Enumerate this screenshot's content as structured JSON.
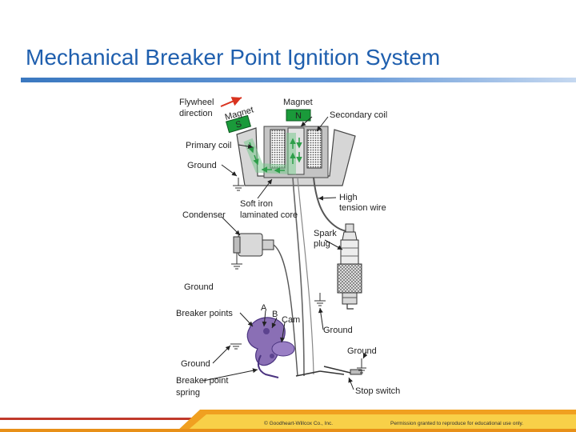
{
  "slide": {
    "title": "Mechanical Breaker Point Ignition System",
    "copyright": "© Goodheart-Willcox Co., Inc.",
    "permission": "Permission granted to reproduce for educational use only."
  },
  "labels": {
    "flywheel_direction_1": "Flywheel",
    "flywheel_direction_2": "direction",
    "magnet_rotated": "Magnet",
    "magnet_s": "S",
    "magnet_top": "Magnet",
    "magnet_n": "N",
    "secondary_coil": "Secondary coil",
    "primary_coil": "Primary coil",
    "ground_top": "Ground",
    "soft_iron_1": "Soft iron",
    "soft_iron_2": "laminated core",
    "high_tension_1": "High",
    "high_tension_2": "tension wire",
    "condenser": "Condenser",
    "spark_plug_1": "Spark",
    "spark_plug_2": "plug",
    "ground_condenser": "Ground",
    "breaker_points": "Breaker points",
    "point_a": "A",
    "point_b": "B",
    "cam": "Cam",
    "ground_plug": "Ground",
    "ground_switch": "Ground",
    "ground_breaker": "Ground",
    "breaker_spring_1": "Breaker point",
    "breaker_spring_2": "spring",
    "stop_switch": "Stop switch"
  },
  "colors": {
    "title": "#1f5fae",
    "magnet_green": "#1a9a3a",
    "flux_arrow": "#2e9e4a",
    "arrow_red": "#d9331f",
    "breaker_purple": "#8a6fb5",
    "coil_gray": "#bdbdbd",
    "footer_orange": "#f0a020",
    "footer_yellow": "#f8d048",
    "footer_red": "#c0392b"
  }
}
